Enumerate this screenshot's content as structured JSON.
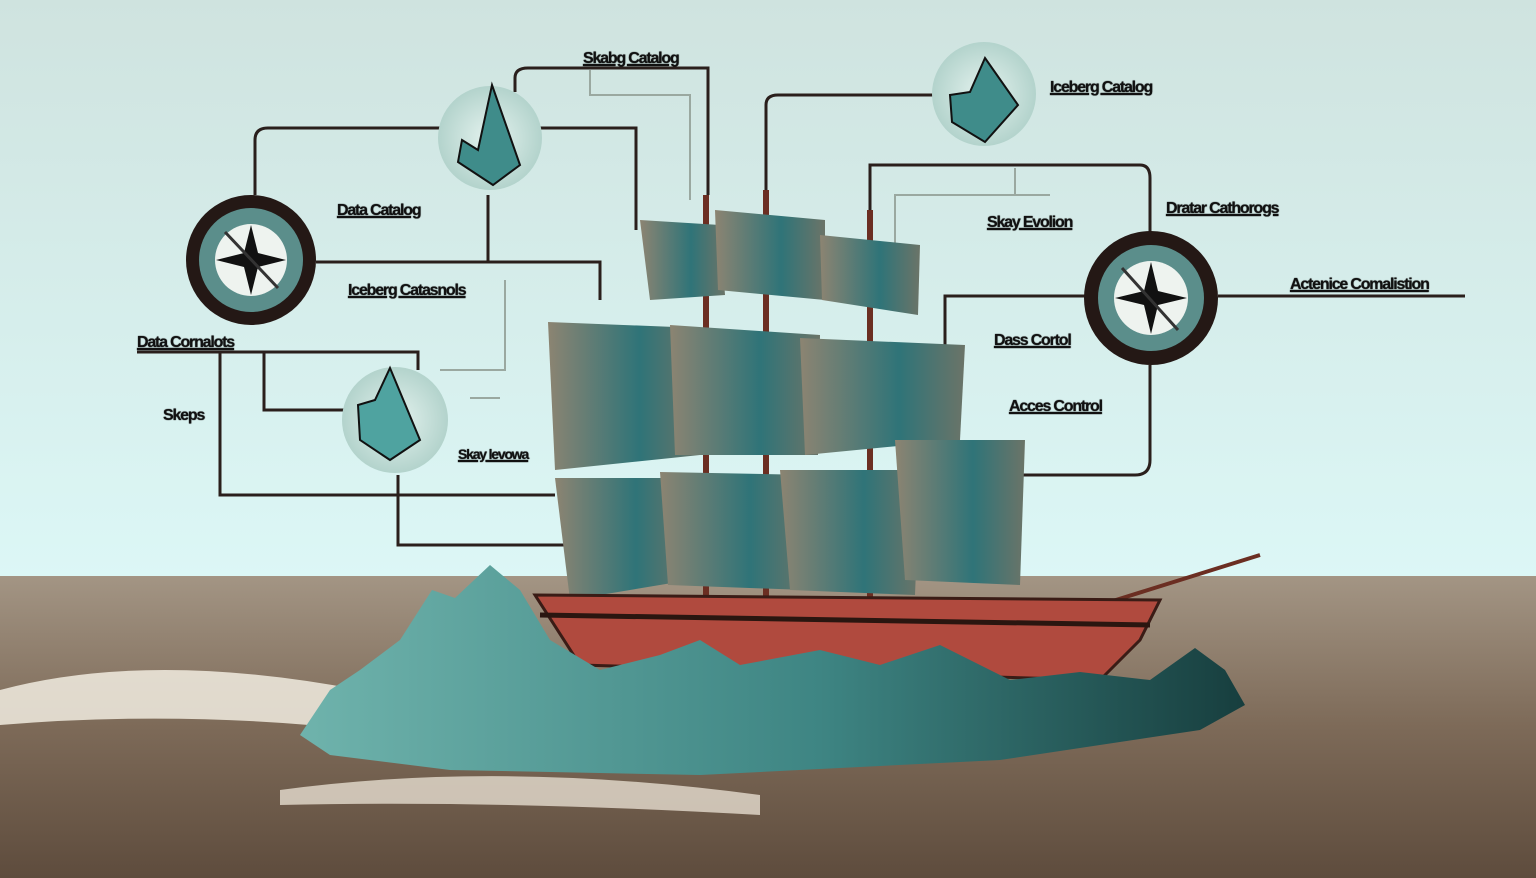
{
  "labels": {
    "skabg_catalog": "Skabg Catalog",
    "iceberg_catalog": "Iceberg Catalog",
    "data_catalog": "Data Catalog",
    "dratar_cathorogs": "Dratar Cathorogs",
    "skay_evolion": "Skay Evolion",
    "iceberg_catasnols": "Iceberg Catasnols",
    "actenice_comalistion": "Actenice Comalistion",
    "data_cornalots": "Data Cornalots",
    "dass_cortol": "Dass Cortol",
    "acces_control": "Acces Control",
    "skeps": "Skeps",
    "skay_levowa": "Skay levowa"
  },
  "icons": [
    "compass-icon",
    "iceberg-icon"
  ],
  "colors": {
    "sky": "#d6f0ef",
    "sea": "#8a7a68",
    "iceberg": "#5fa8a3",
    "hull": "#b04a3e",
    "sail_teal": "#2f7478"
  }
}
